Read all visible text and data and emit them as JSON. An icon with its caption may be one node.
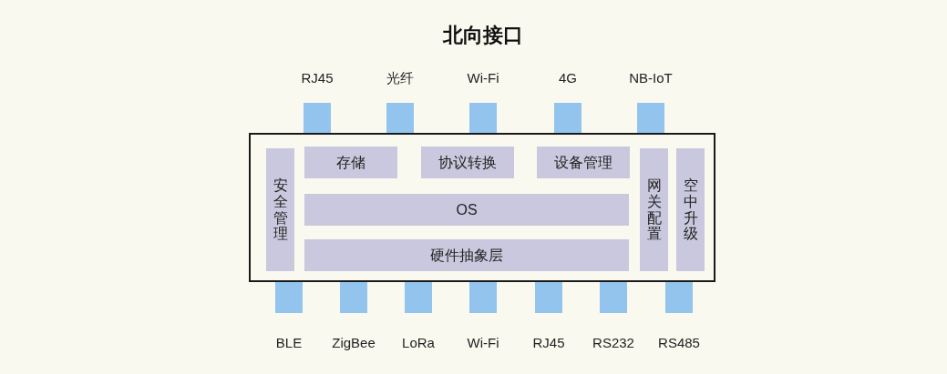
{
  "diagram": {
    "title": "北向接口",
    "nodes": [
      {
        "text": [],
        "shape": "box"
      },
      {
        "text": [
          "安全管理"
        ],
        "in": 0
      },
      {
        "text": [
          "存储"
        ],
        "in": 0
      },
      {
        "text": [
          "协议转换"
        ],
        "in": 0
      },
      {
        "text": [
          "设备管理"
        ],
        "in": 0
      },
      {
        "text": [
          "OS"
        ],
        "in": 0
      },
      {
        "text": [
          "硬件抽象层"
        ],
        "in": 0
      },
      {
        "text": [
          "网关配置"
        ],
        "in": 0
      },
      {
        "text": [
          "空中升级"
        ],
        "in": 0
      },
      {
        "text": [],
        "shape": "box",
        "beside": [
          "RJ45"
        ]
      },
      {
        "text": [],
        "shape": "box",
        "beside": [
          "光纤"
        ]
      },
      {
        "text": [],
        "shape": "box",
        "beside": [
          "Wi-Fi"
        ]
      },
      {
        "text": [],
        "shape": "box",
        "beside": [
          "4G"
        ]
      },
      {
        "text": [],
        "shape": "box",
        "beside": [
          "NB-IoT"
        ]
      },
      {
        "text": [],
        "shape": "box",
        "beside": [
          "BLE"
        ]
      },
      {
        "text": [],
        "shape": "box",
        "beside": [
          "ZigBee"
        ]
      },
      {
        "text": [],
        "shape": "box",
        "beside": [
          "LoRa"
        ]
      },
      {
        "text": [],
        "shape": "box",
        "beside": [
          "Wi-Fi"
        ]
      },
      {
        "text": [],
        "shape": "box",
        "beside": [
          "RJ45"
        ]
      },
      {
        "text": [],
        "shape": "box",
        "beside": [
          "RS232"
        ]
      },
      {
        "text": [],
        "shape": "box",
        "beside": [
          "RS485"
        ]
      }
    ]
  }
}
